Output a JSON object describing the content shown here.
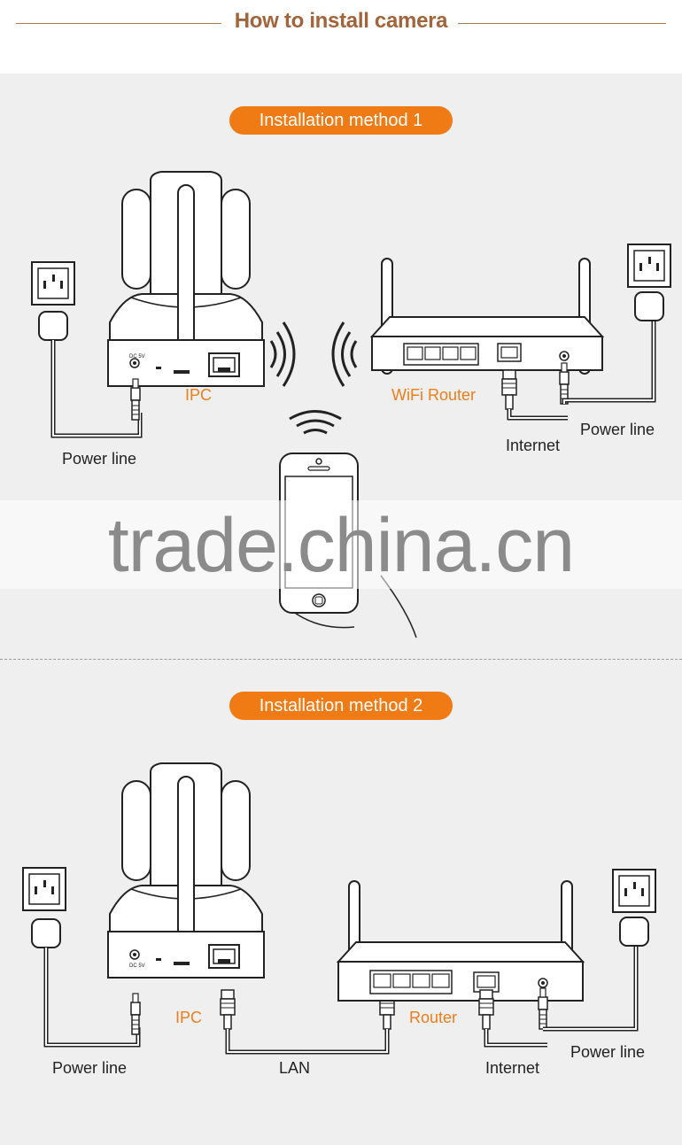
{
  "header": {
    "title": "How to install camera"
  },
  "method1": {
    "title": "Installation method 1",
    "ipc_label": "IPC",
    "router_label": "WiFi Router",
    "power_left": "Power line",
    "power_right": "Power line",
    "internet": "Internet",
    "camera_port_text": "DC 5V"
  },
  "method2": {
    "title": "Installation method 2",
    "ipc_label": "IPC",
    "router_label": "Router",
    "power_left": "Power line",
    "power_right": "Power line",
    "lan": "LAN",
    "internet": "Internet",
    "camera_port_text": "DC 5V"
  },
  "watermark": "trade.china.cn",
  "colors": {
    "accent": "#f07a14",
    "title": "#a2643a",
    "panel": "#efefef"
  }
}
